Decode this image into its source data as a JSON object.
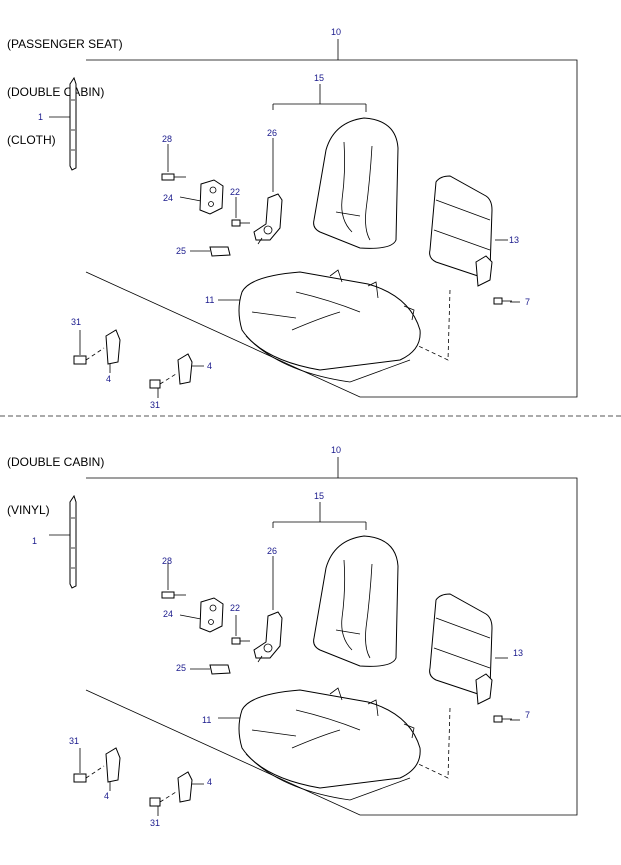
{
  "top": {
    "title_lines": [
      "(PASSENGER SEAT)",
      "(DOUBLE CABIN)",
      "(CLOTH)"
    ],
    "labels": {
      "p10": "10",
      "p15": "15",
      "p26": "26",
      "p1": "1",
      "p28": "28",
      "p24": "24",
      "p22": "22",
      "p25": "25",
      "p11": "11",
      "p13": "13",
      "p7": "7",
      "p31a": "31",
      "p4a": "4",
      "p4b": "4",
      "p31b": "31"
    }
  },
  "bottom": {
    "title_lines": [
      "(DOUBLE CABIN)",
      "(VINYL)"
    ],
    "labels": {
      "p10": "10",
      "p15": "15",
      "p26": "26",
      "p1": "1",
      "p28": "28",
      "p24": "24",
      "p22": "22",
      "p25": "25",
      "p11": "11",
      "p13": "13",
      "p7": "7",
      "p31a": "31",
      "p4a": "4",
      "p4b": "4",
      "p31b": "31"
    }
  },
  "colors": {
    "label": "#1a1a8c",
    "line": "#000000"
  }
}
